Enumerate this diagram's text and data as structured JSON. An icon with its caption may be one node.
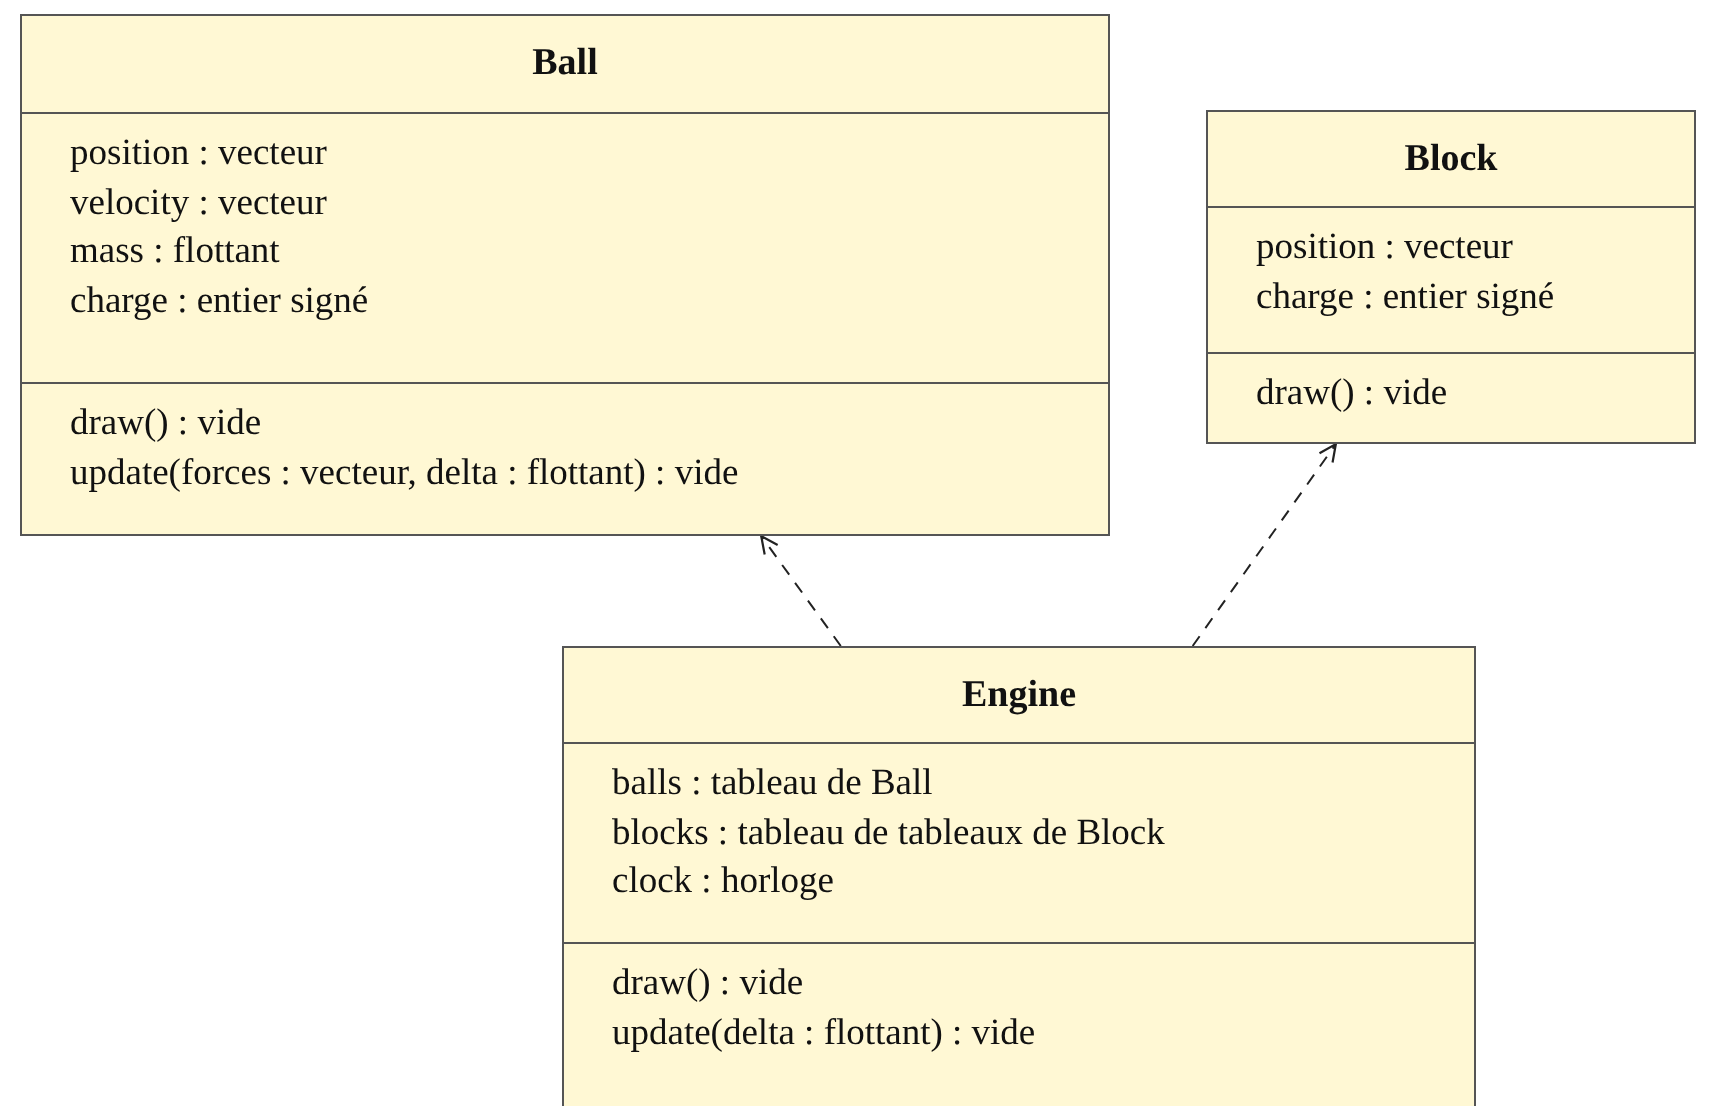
{
  "diagram": {
    "nodes": [
      {
        "text": [
          "Ball",
          "position : vecteur",
          "velocity : vecteur",
          "mass : flottant",
          "charge : entier signé",
          "draw() : vide",
          "update(forces : vecteur, delta : flottant) : vide"
        ]
      },
      {
        "text": [
          "Block",
          "position : vecteur",
          "charge : entier signé",
          "draw() : vide"
        ]
      },
      {
        "text": [
          "Engine",
          "balls : tableau de Ball",
          "blocks : tableau de tableaux de Block",
          "clock : horloge",
          "draw() : vide",
          "update(delta : flottant) : vide"
        ]
      }
    ],
    "edges": [
      {
        "from": 2,
        "to": 0,
        "arrow": "to",
        "style": "dashed"
      },
      {
        "from": 2,
        "to": 1,
        "arrow": "to",
        "style": "dashed"
      }
    ]
  }
}
